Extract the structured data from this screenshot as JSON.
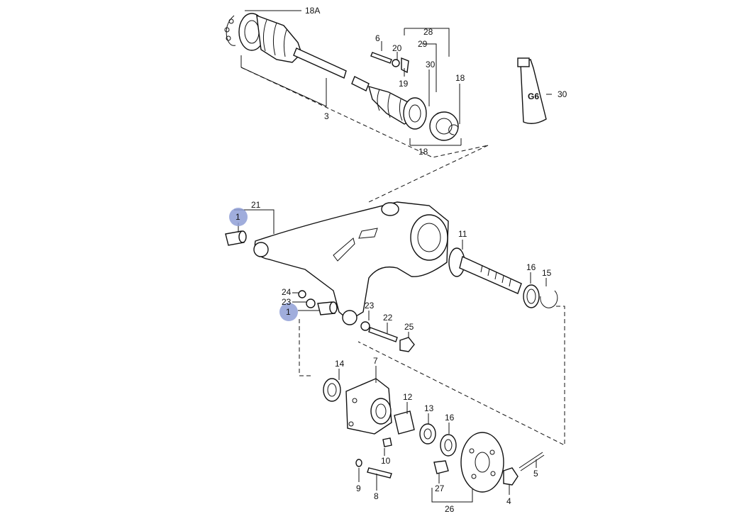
{
  "diagram": {
    "callouts": {
      "c18a": "18A",
      "c28": "28",
      "c6": "6",
      "c20": "20",
      "c29": "29",
      "c30a": "30",
      "c19": "19",
      "c18b": "18",
      "c3": "3",
      "c18c": "18",
      "c30b": "30",
      "c21": "21",
      "c1a": "1",
      "c11": "11",
      "c16a": "16",
      "c15": "15",
      "c24": "24",
      "c23a": "23",
      "c23b": "23",
      "c1b": "1",
      "c22": "22",
      "c25": "25",
      "c14": "14",
      "c7": "7",
      "c12": "12",
      "c13": "13",
      "c16b": "16",
      "c10": "10",
      "c5": "5",
      "c9": "9",
      "c8": "8",
      "c27": "27",
      "c26": "26",
      "c4": "4"
    },
    "tube_text": "G6",
    "highlight_color": "#8f9fd6"
  }
}
